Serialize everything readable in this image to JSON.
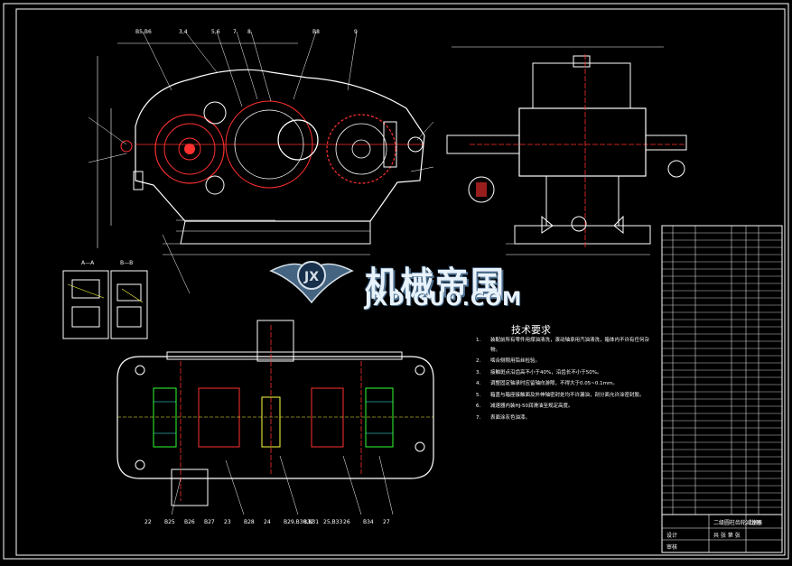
{
  "watermark": {
    "brand_cn": "机械帝国",
    "brand_en": "JXDIGUO.COM"
  },
  "technical_notes": {
    "title": "技术要求",
    "items": [
      {
        "num": "1.",
        "text": "装配前所有零件用煤油清洗，滚动轴承用汽油清洗，箱体内不许有任何杂物。"
      },
      {
        "num": "2.",
        "text": "啮合侧隙用铅丝检验。"
      },
      {
        "num": "3.",
        "text": "接触斑点沿齿高不小于40%，沿齿长不小于50%。"
      },
      {
        "num": "4.",
        "text": "调整固定轴承时应留轴向游隙，不得大于0.05~0.1mm。"
      },
      {
        "num": "5.",
        "text": "箱盖与箱座接触面及外伸轴密封处均不许漏油，剖分面允许涂密封胶。"
      },
      {
        "num": "6.",
        "text": "减速器内装HJ-50润滑油至规定高度。"
      },
      {
        "num": "7.",
        "text": "表面涂灰色油漆。"
      }
    ]
  },
  "views": {
    "section_aa": "A—A",
    "section_bb": "B—B"
  },
  "title_block": {
    "drawing_name": "二级圆柱齿轮减速器",
    "label_scale": "比例",
    "label_sheet": "共 张 第 张",
    "label_designer": "设计",
    "label_checker": "审核"
  },
  "part_callouts_top": [
    "B5,B6",
    "3,4",
    "5,6",
    "7",
    "8",
    "B8",
    "9"
  ],
  "part_callouts_bottom": [
    "22",
    "B25",
    "B26",
    "B27",
    "23",
    "B28",
    "24",
    "B29,B30,B31",
    "B32",
    "25,B33",
    "26",
    "B34",
    "27"
  ],
  "colors": {
    "background": "#000000",
    "line": "#ffffff",
    "red": "#ff3030",
    "yellow": "#ffff40",
    "cyan": "#40ffff",
    "green": "#30ff30",
    "watermark": "#e8f2fb"
  }
}
